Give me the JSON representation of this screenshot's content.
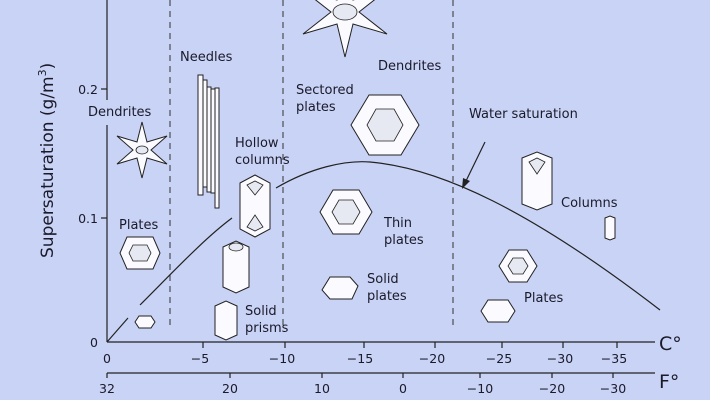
{
  "y_axis": {
    "label": "Supersaturation (g/m",
    "label_sup": "3",
    "label_end": ")",
    "ticks": [
      "0",
      "0.1",
      "0.2"
    ]
  },
  "x_axis_c": {
    "unit": "C°",
    "ticks": [
      "0",
      "−5",
      "−10",
      "−15",
      "−20",
      "−25",
      "−30",
      "−35"
    ]
  },
  "x_axis_f": {
    "unit": "F°",
    "ticks": [
      "32",
      "20",
      "10",
      "0",
      "−10",
      "−20",
      "−30"
    ]
  },
  "labels": {
    "dendrites_left": "Dendrites",
    "plates_left": "Plates",
    "needles": "Needles",
    "hollow_1": "Hollow",
    "hollow_2": "columns",
    "solid_prisms_1": "Solid",
    "solid_prisms_2": "prisms",
    "sectored_1": "Sectored",
    "sectored_2": "plates",
    "dendrites_top": "Dendrites",
    "thin_1": "Thin",
    "thin_2": "plates",
    "solid_plates_1": "Solid",
    "solid_plates_2": "plates",
    "water_saturation": "Water saturation",
    "columns": "Columns",
    "plates_right": "Plates"
  }
}
